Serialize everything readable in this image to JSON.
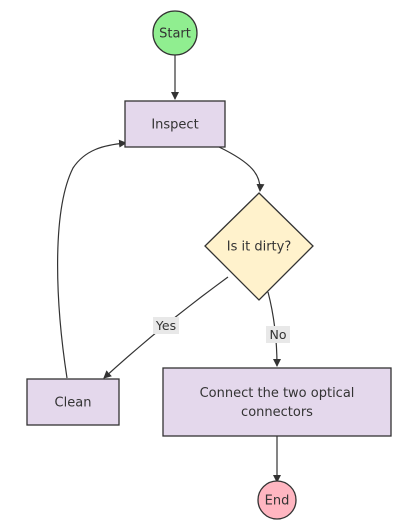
{
  "colors": {
    "start_fill": "#90ee90",
    "end_fill": "#ffb6c1",
    "process_fill": "#e4d8ec",
    "decision_fill": "#fff2cc",
    "stroke": "#333333",
    "label_bg": "#e8e8e8"
  },
  "nodes": {
    "start": "Start",
    "inspect": "Inspect",
    "decision": "Is it dirty?",
    "clean": "Clean",
    "connect_line1": "Connect the two optical",
    "connect_line2": "connectors",
    "end": "End"
  },
  "edges": {
    "yes": "Yes",
    "no": "No"
  }
}
